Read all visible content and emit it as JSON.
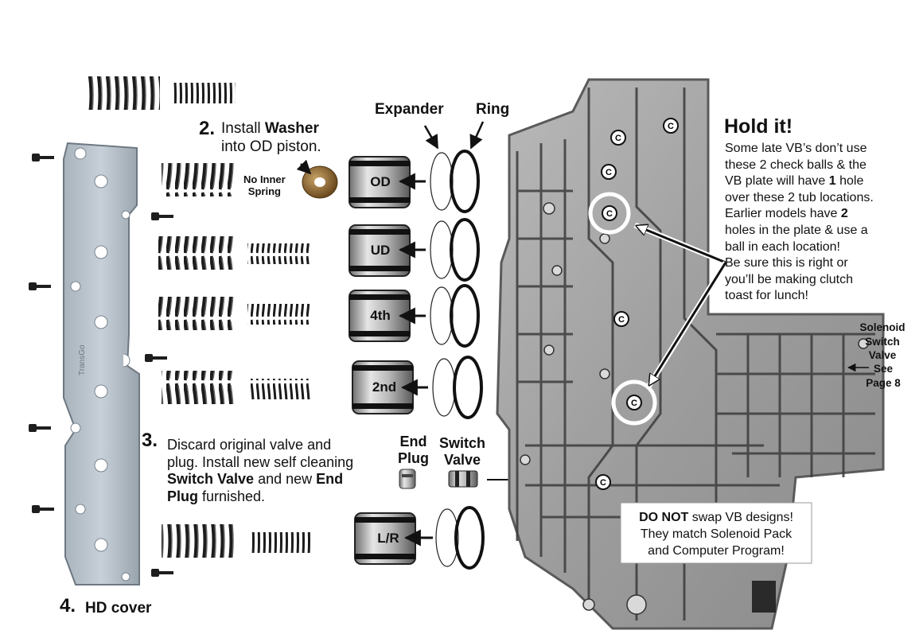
{
  "labels": {
    "expander": "Expander",
    "ring": "Ring",
    "no_inner_spring": "No Inner\nSpring",
    "end_plug": "End\nPlug",
    "switch_valve": "Switch\nValve",
    "solenoid": "Solenoid\nSwitch\nValve",
    "solenoid_see": "See\nPage 8",
    "cover_brand": "TransGo",
    "check_ball": "C"
  },
  "step2": {
    "number": "2.",
    "line1_pre": "Install ",
    "line1_bold": "Washer",
    "line2": "into OD piston."
  },
  "step3": {
    "number": "3.",
    "line1": "Discard original valve and",
    "line2": "plug.  Install new self cleaning",
    "bold1": "Switch Valve",
    "mid": " and new ",
    "bold2": "End",
    "bold3": "Plug",
    "tail": " furnished."
  },
  "step4": {
    "number": "4.",
    "label": "HD cover"
  },
  "pistons": [
    "OD",
    "UD",
    "4th",
    "2nd",
    "L/R"
  ],
  "hold": {
    "title": "Hold it!",
    "l1": "Some late VB’s don’t use",
    "l2": "these 2 check balls & the",
    "l3_pre": "VB plate will have ",
    "l3_bold": "1",
    "l3_post": " hole",
    "l4": "over these 2 tub locations.",
    "l5_pre": "Earlier models have ",
    "l5_bold": "2",
    "l6": "holes in the plate & use a",
    "l7": "ball in each location!",
    "l8": "Be sure this is right or",
    "l9": "you’ll be making clutch",
    "l10": "toast for lunch!"
  },
  "warning": {
    "bold": "DO NOT",
    "l1_rest": " swap VB designs!",
    "l2": "They match Solenoid Pack",
    "l3": "and Computer Program!"
  }
}
